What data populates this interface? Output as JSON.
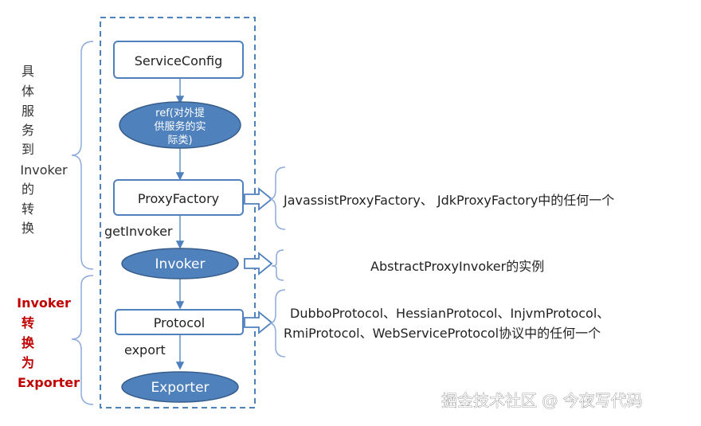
{
  "nodes": {
    "service_config": "ServiceConfig",
    "ref_lines": [
      "ref(对外提",
      "供服务的实",
      "际类)"
    ],
    "proxy_factory": "ProxyFactory",
    "invoker": "Invoker",
    "protocol": "Protocol",
    "exporter": "Exporter"
  },
  "edge_labels": {
    "get_invoker": "getInvoker",
    "export": "export"
  },
  "side_labels": {
    "top": [
      "具",
      "体",
      "服",
      "务",
      "到",
      "Invoker",
      "的",
      "转",
      "换"
    ],
    "bottom": [
      "Invoker",
      "转",
      "换",
      "为",
      "Exporter"
    ]
  },
  "notes": {
    "proxy_factory": "JavassistProxyFactory、 JdkProxyFactory中的任何一个",
    "invoker": "AbstractProxyInvoker的实例",
    "protocol_line1": "DubboProtocol、HessianProtocol、InjvmProtocol、",
    "protocol_line2": "RmiProtocol、WebServiceProtocol协议中的任何一个"
  },
  "watermark": "掘金技术社区 @ 今夜写代码",
  "colors": {
    "node_fill": "#4f81bd",
    "box_border": "#4f81bd",
    "brace": "#8eaadb",
    "accent_red": "#c00000"
  }
}
